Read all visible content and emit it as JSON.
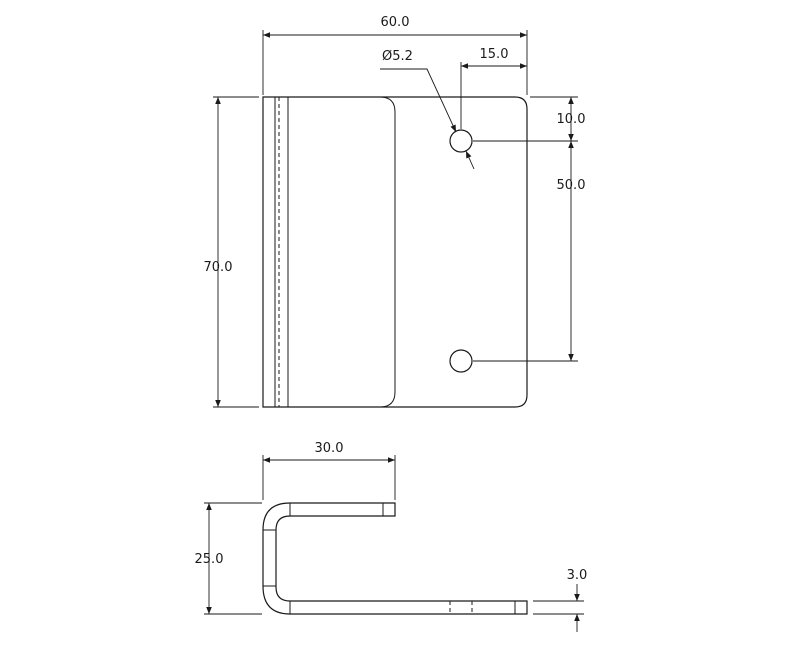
{
  "dimensions": {
    "overall_width": "60.0",
    "hole_offset": "15.0",
    "hole_diameter": "Ø5.2",
    "top_offset": "10.0",
    "hole_spacing": "50.0",
    "height": "70.0",
    "flange_length": "30.0",
    "profile_height": "25.0",
    "thickness": "3.0"
  },
  "colors": {
    "line": "#1a1a1a",
    "background": "#ffffff"
  }
}
